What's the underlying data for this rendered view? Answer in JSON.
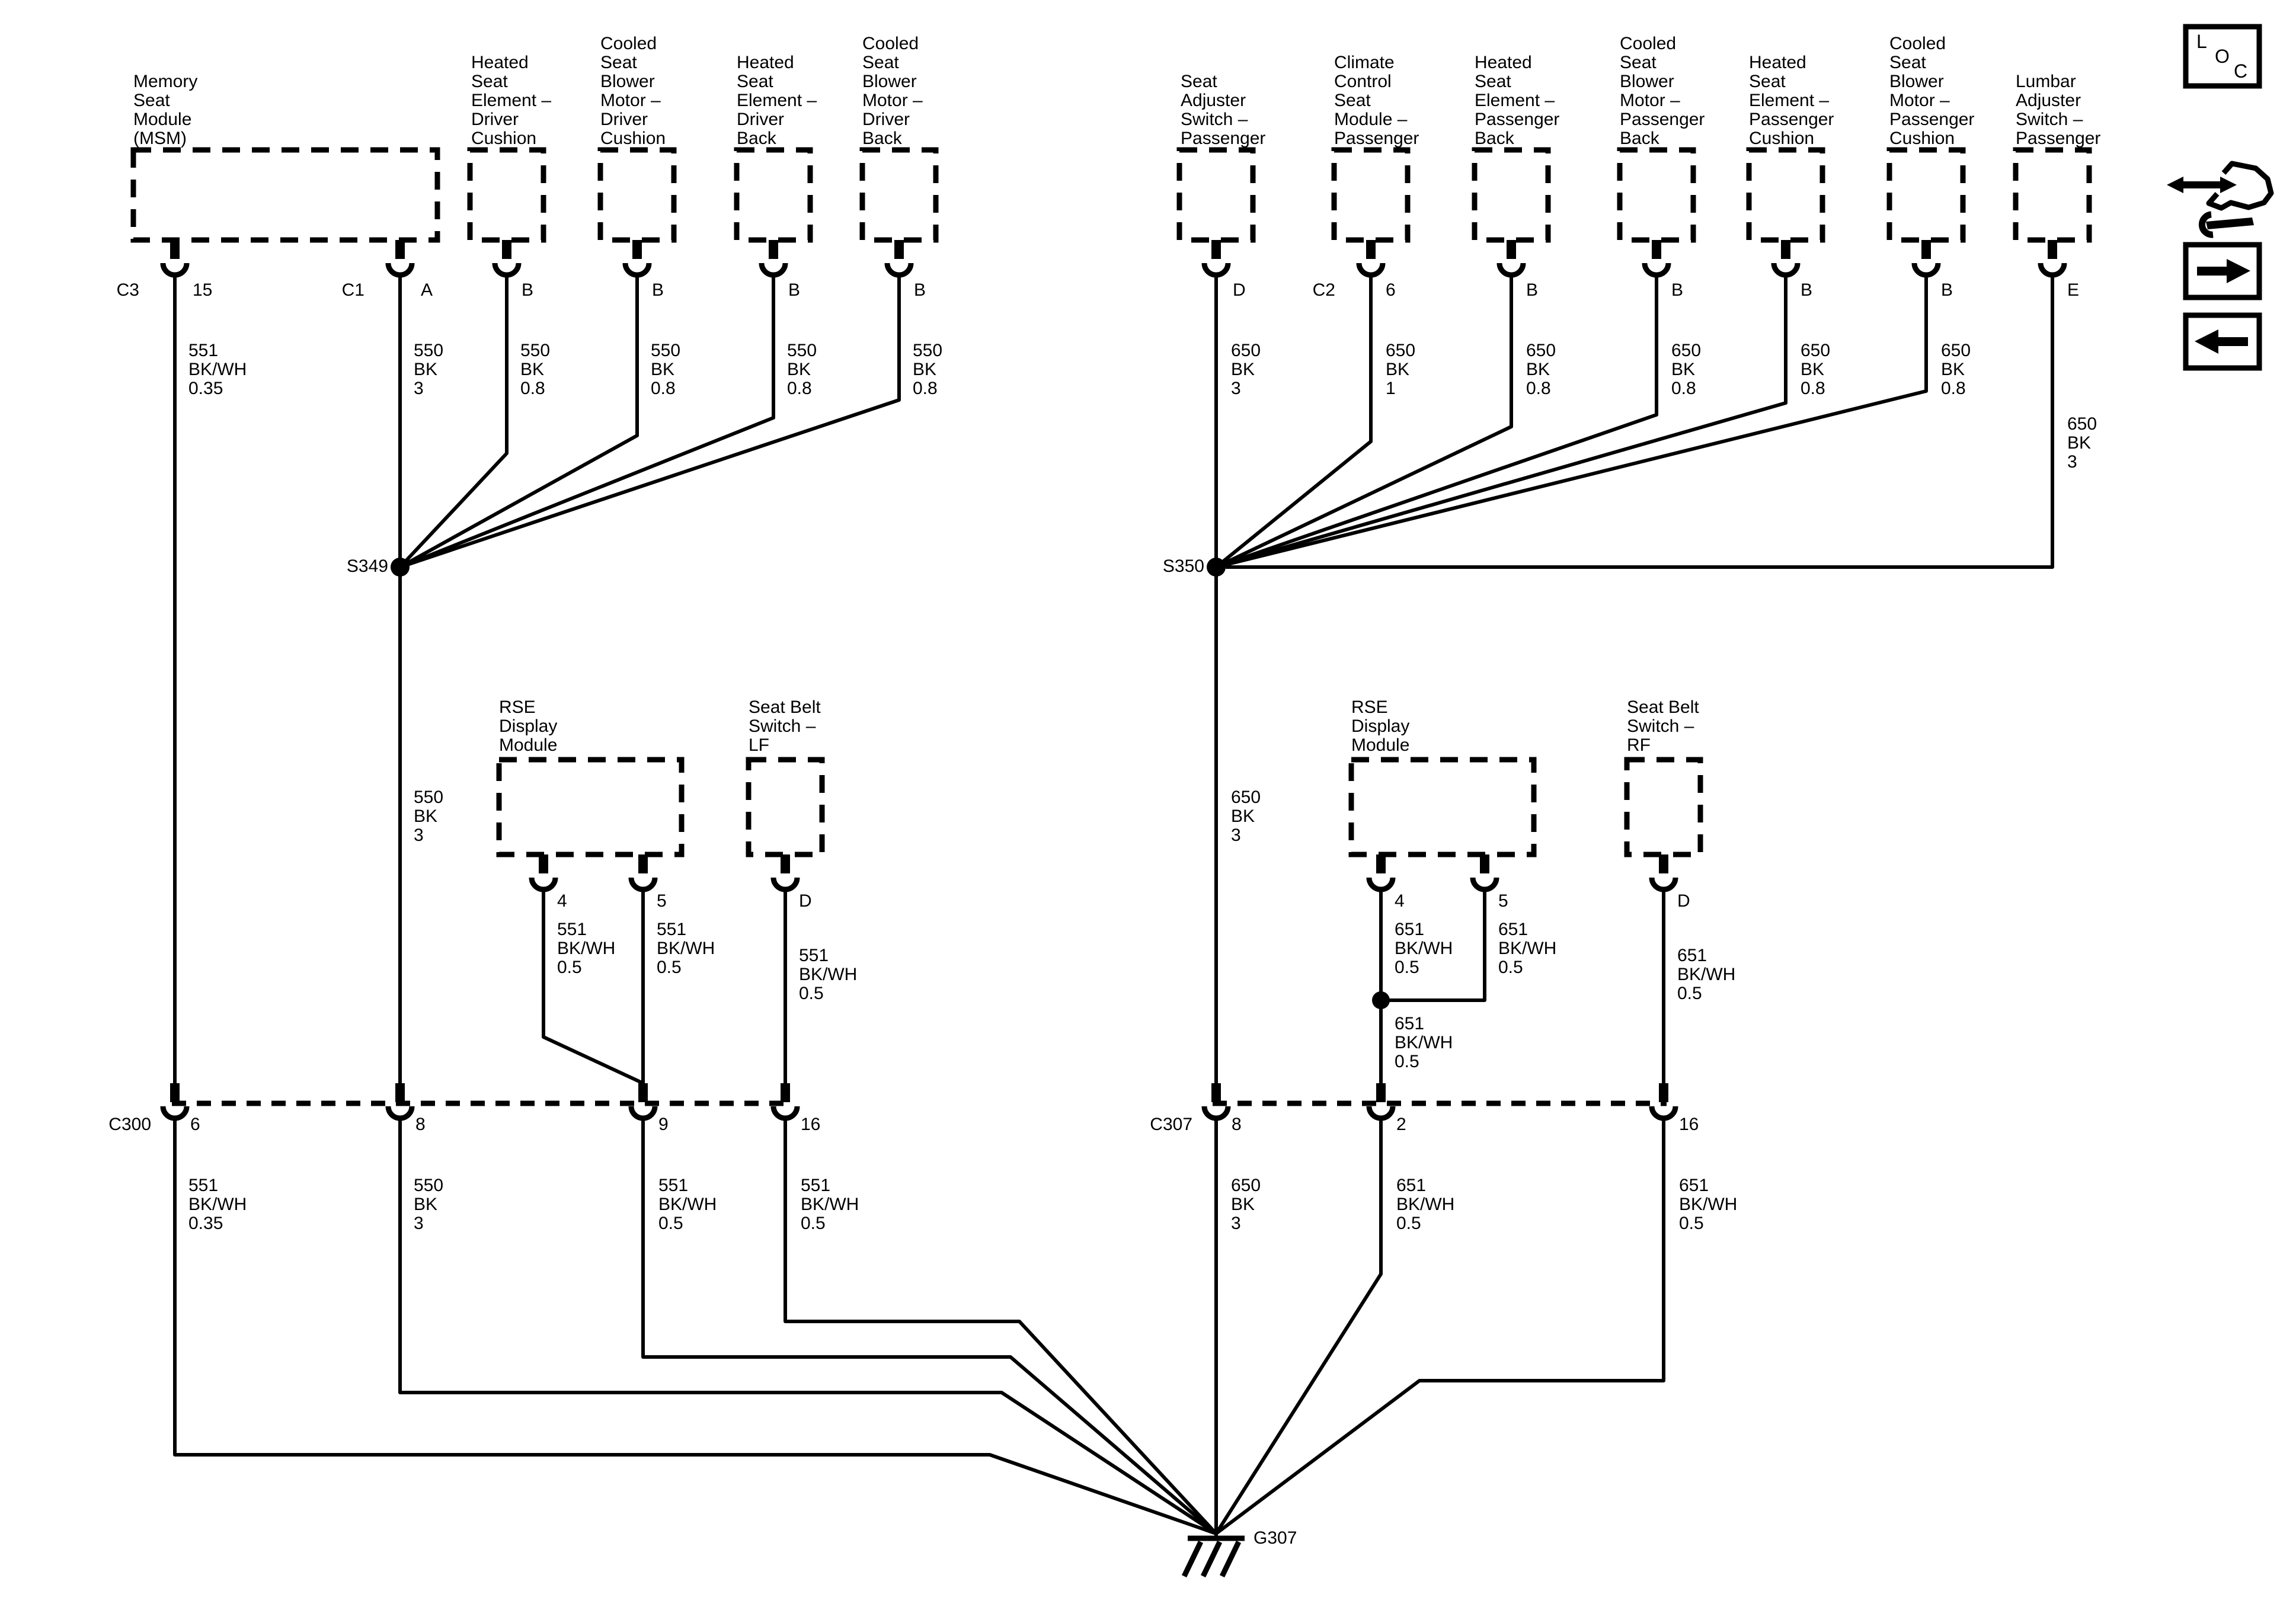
{
  "components": {
    "msm": "Memory\nSeat\nModule\n(MSM)",
    "hse_dc": "Heated\nSeat\nElement –\nDriver\nCushion",
    "csb_dc": "Cooled\nSeat\nBlower\nMotor –\nDriver\nCushion",
    "hse_db": "Heated\nSeat\nElement –\nDriver\nBack",
    "csb_db": "Cooled\nSeat\nBlower\nMotor –\nDriver\nBack",
    "sas": "Seat\nAdjuster\nSwitch –\nPassenger",
    "ccsm": "Climate\nControl\nSeat\nModule –\nPassenger",
    "hse_pb": "Heated\nSeat\nElement –\nPassenger\nBack",
    "csb_pb": "Cooled\nSeat\nBlower\nMotor –\nPassenger\nBack",
    "hse_pc": "Heated\nSeat\nElement –\nPassenger\nCushion",
    "csb_pc": "Cooled\nSeat\nBlower\nMotor –\nPassenger\nCushion",
    "las": "Lumbar\nAdjuster\nSwitch –\nPassenger",
    "rse_l": "RSE\nDisplay\nModule",
    "sbs_lf": "Seat Belt\nSwitch –\nLF",
    "rse_r": "RSE\nDisplay\nModule",
    "sbs_rf": "Seat Belt\nSwitch –\nRF"
  },
  "pins": {
    "c3": "C3",
    "n15": "15",
    "c1": "C1",
    "a": "A",
    "b": "B",
    "d": "D",
    "c2": "C2",
    "n6": "6",
    "e": "E",
    "n4": "4",
    "n5": "5",
    "n8": "8",
    "n9": "9",
    "n2": "2",
    "n16": "16"
  },
  "wires": {
    "w551_035": "551\nBK/WH\n0.35",
    "w550_3": "550\nBK\n3",
    "w550_08": "550\nBK\n0.8",
    "w650_3": "650\nBK\n3",
    "w650_1": "650\nBK\n1",
    "w650_08": "650\nBK\n0.8",
    "w551_05": "551\nBK/WH\n0.5",
    "w651_05": "651\nBK/WH\n0.5"
  },
  "splices": {
    "s349": "S349",
    "s350": "S350"
  },
  "connectors": {
    "c300": "C300",
    "c307": "C307"
  },
  "ground": {
    "g307": "G307"
  },
  "icons": {
    "loc_l": "L",
    "loc_o": "O",
    "loc_c": "C"
  },
  "colors": {
    "line": "#000000",
    "background": "#ffffff"
  }
}
